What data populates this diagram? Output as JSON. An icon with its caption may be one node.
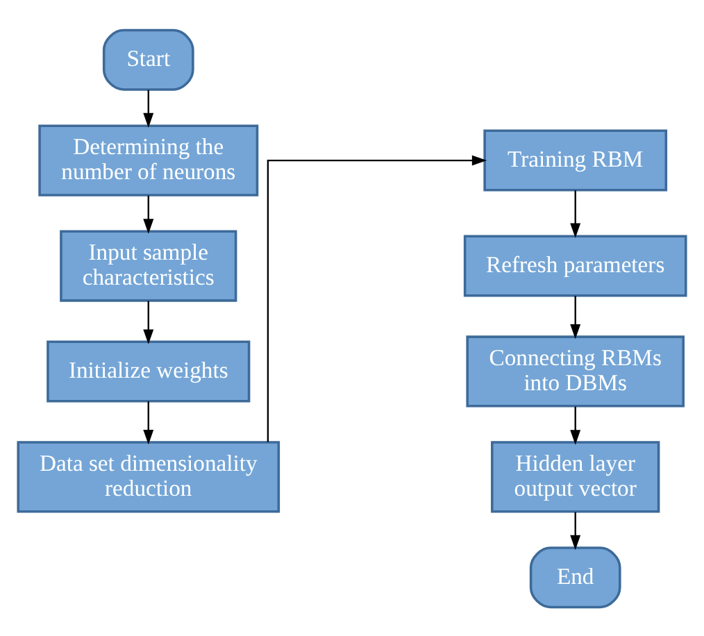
{
  "diagram": {
    "nodes": [
      {
        "text": [
          "Start"
        ]
      },
      {
        "text": [
          "Determining the number of neurons"
        ]
      },
      {
        "text": [
          "Input sample characteristics"
        ]
      },
      {
        "text": [
          "Initialize weights"
        ]
      },
      {
        "text": [
          "Data set dimensionality reduction"
        ]
      },
      {
        "text": [
          "Training RBM"
        ]
      },
      {
        "text": [
          "Refresh parameters"
        ]
      },
      {
        "text": [
          "Connecting RBMs into DBMs"
        ]
      },
      {
        "text": [
          "Hidden layer output vector"
        ]
      },
      {
        "text": [
          "End"
        ]
      }
    ],
    "edges": [
      {
        "from": 0,
        "to": 1,
        "arrow": "to"
      },
      {
        "from": 1,
        "to": 2,
        "arrow": "to"
      },
      {
        "from": 2,
        "to": 3,
        "arrow": "to"
      },
      {
        "from": 3,
        "to": 4,
        "arrow": "to"
      },
      {
        "from": 4,
        "to": 5,
        "arrow": "to"
      },
      {
        "from": 5,
        "to": 6,
        "arrow": "to"
      },
      {
        "from": 6,
        "to": 7,
        "arrow": "to"
      },
      {
        "from": 7,
        "to": 8,
        "arrow": "to"
      },
      {
        "from": 8,
        "to": 9,
        "arrow": "to"
      }
    ]
  }
}
